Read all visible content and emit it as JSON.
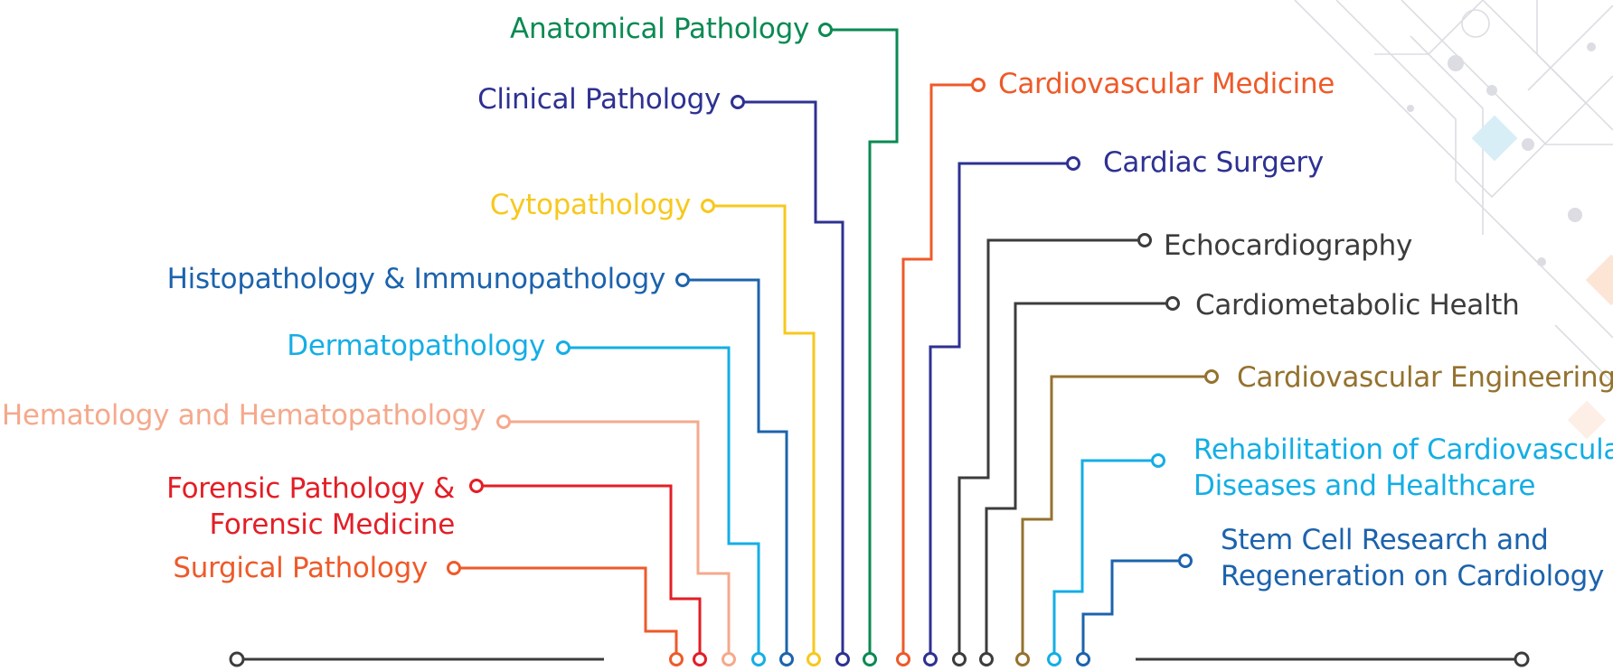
{
  "left_branches": [
    {
      "lines": [
        "Anatomical Pathology"
      ],
      "color": "#0a8a52"
    },
    {
      "lines": [
        "Clinical Pathology"
      ],
      "color": "#2e3192"
    },
    {
      "lines": [
        "Cytopathology"
      ],
      "color": "#f7c81e"
    },
    {
      "lines": [
        "Histopathology & Immunopathology"
      ],
      "color": "#1c63ad"
    },
    {
      "lines": [
        "Dermatopathology"
      ],
      "color": "#14aee5"
    },
    {
      "lines": [
        "Hematology and Hematopathology"
      ],
      "color": "#f5a98c"
    },
    {
      "lines": [
        "Forensic Pathology &",
        "Forensic Medicine"
      ],
      "color": "#e31e26"
    },
    {
      "lines": [
        "Surgical Pathology"
      ],
      "color": "#ee5a29"
    }
  ],
  "right_branches": [
    {
      "lines": [
        "Cardiovascular Medicine"
      ],
      "color": "#ee5a29"
    },
    {
      "lines": [
        "Cardiac Surgery"
      ],
      "color": "#2e3192"
    },
    {
      "lines": [
        "Echocardiography"
      ],
      "color": "#3c3c3c"
    },
    {
      "lines": [
        "Cardiometabolic Health"
      ],
      "color": "#3c3c3c"
    },
    {
      "lines": [
        "Cardiovascular Engineering"
      ],
      "color": "#94722e"
    },
    {
      "lines": [
        "Rehabilitation of Cardiovascular",
        "Diseases and Healthcare"
      ],
      "color": "#14aee5"
    },
    {
      "lines": [
        "Stem Cell Research and",
        "Regeneration on Cardiology"
      ],
      "color": "#1c63ad"
    }
  ],
  "baseline_color": "#3c3c3c"
}
